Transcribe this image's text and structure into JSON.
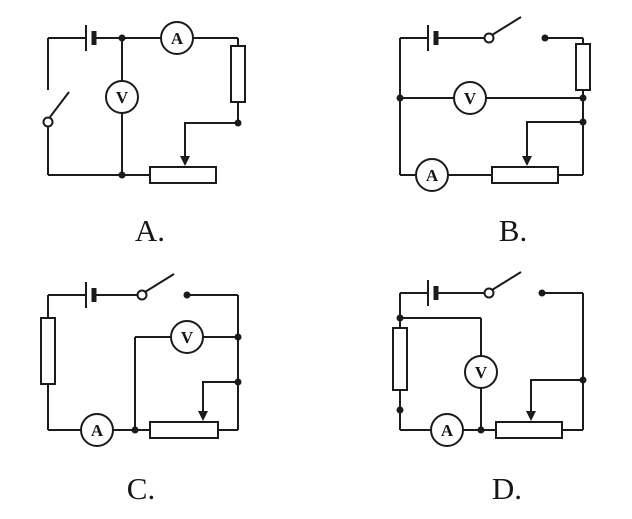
{
  "figure": {
    "background": "#ffffff",
    "ink": "#1b1b1b"
  },
  "circuits": [
    {
      "id": "A",
      "label": "A.",
      "ammeter_label": "A",
      "voltmeter_label": "V",
      "components": [
        "battery",
        "switch",
        "voltmeter",
        "ammeter",
        "fixed-resistor",
        "rheostat"
      ]
    },
    {
      "id": "B",
      "label": "B.",
      "ammeter_label": "A",
      "voltmeter_label": "V",
      "components": [
        "battery",
        "switch",
        "voltmeter",
        "ammeter",
        "fixed-resistor",
        "rheostat"
      ]
    },
    {
      "id": "C",
      "label": "C.",
      "ammeter_label": "A",
      "voltmeter_label": "V",
      "components": [
        "battery",
        "switch",
        "voltmeter",
        "ammeter",
        "fixed-resistor",
        "rheostat"
      ]
    },
    {
      "id": "D",
      "label": "D.",
      "ammeter_label": "A",
      "voltmeter_label": "V",
      "components": [
        "battery",
        "switch",
        "voltmeter",
        "ammeter",
        "fixed-resistor",
        "rheostat"
      ]
    }
  ]
}
